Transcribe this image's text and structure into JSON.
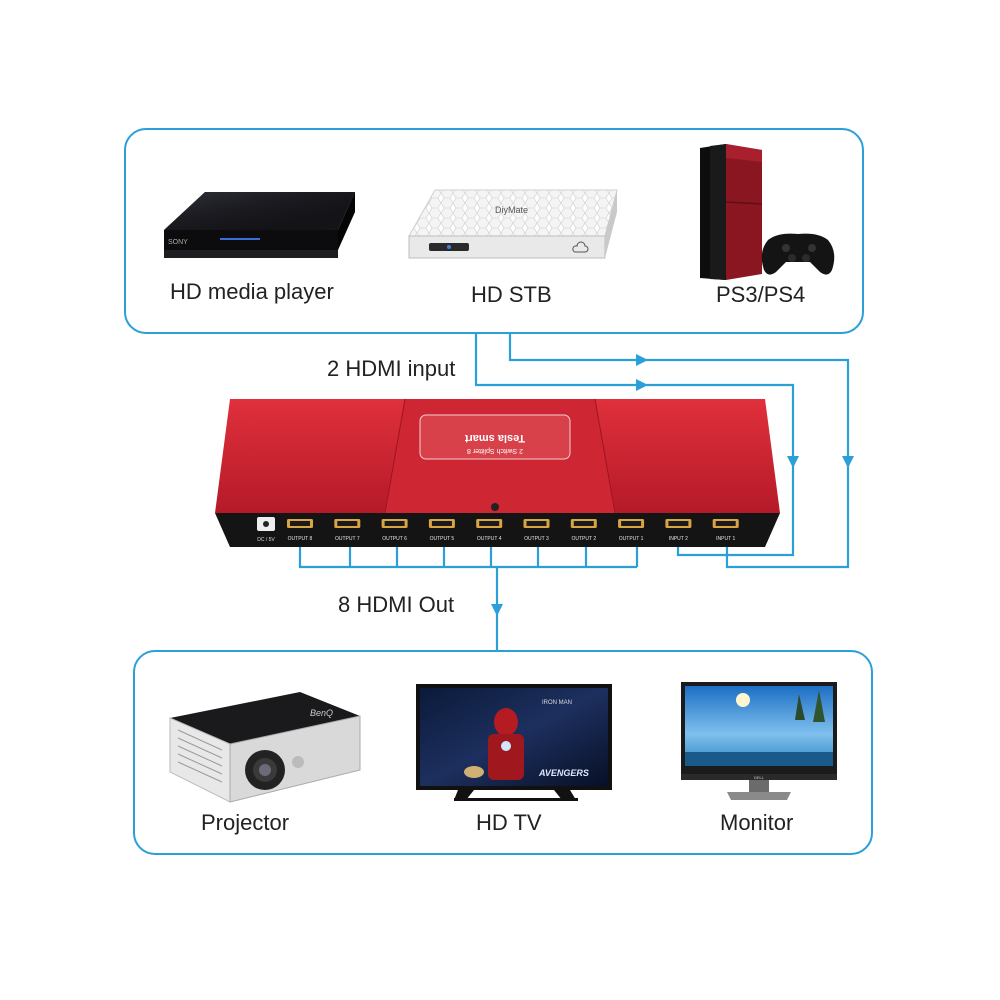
{
  "sources": {
    "media_player": "HD media player",
    "stb": "HD STB",
    "console": "PS3/PS4"
  },
  "flows": {
    "input_label": "2 HDMI input",
    "output_label": "8 HDMI Out"
  },
  "splitter": {
    "brand": "Tesla smart",
    "model": "2 Switch Splitter 8",
    "ports": [
      "DC / 5V",
      "OUTPUT 8",
      "OUTPUT 7",
      "OUTPUT 6",
      "OUTPUT 5",
      "OUTPUT 4",
      "OUTPUT 3",
      "OUTPUT 2",
      "OUTPUT 1",
      "INPUT 2",
      "INPUT 1"
    ]
  },
  "displays": {
    "projector": "Projector",
    "tv": "HD TV",
    "monitor": "Monitor"
  },
  "device_marks": {
    "media_player": "SONY",
    "stb": "DiyMate",
    "projector": "BenQ",
    "tv_movie": "IRON MAN",
    "tv_logo": "AVENGERS",
    "monitor": "DELL"
  },
  "colors": {
    "frame": "#2a9fd8",
    "splitter_red": "#c8202e"
  }
}
